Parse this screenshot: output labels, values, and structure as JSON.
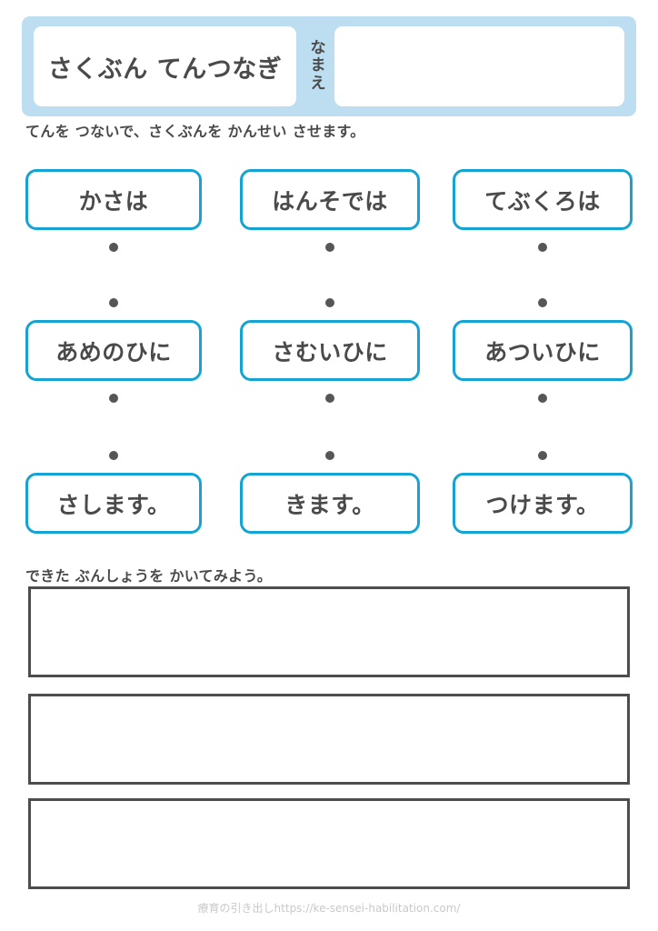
{
  "header": {
    "title": "さくぶん てんつなぎ",
    "name_label": "なまえ",
    "name_label_chars": [
      "な",
      "ま",
      "え"
    ],
    "name_value": "",
    "band_color": "#bcdef0"
  },
  "instructions": {
    "top": "てんを つないで、さくぶんを かんせい させます。",
    "write": "できた ぶんしょうを かいてみよう。"
  },
  "word_rows": [
    {
      "row_id": "subject",
      "dot_above": false,
      "dot_below": true,
      "items": [
        {
          "label": "かさは"
        },
        {
          "label": "はんそでは"
        },
        {
          "label": "てぶくろは"
        }
      ]
    },
    {
      "row_id": "condition",
      "dot_above": true,
      "dot_below": true,
      "items": [
        {
          "label": "あめのひに"
        },
        {
          "label": "さむいひに"
        },
        {
          "label": "あついひに"
        }
      ]
    },
    {
      "row_id": "verb",
      "dot_above": true,
      "dot_below": false,
      "items": [
        {
          "label": "さします。"
        },
        {
          "label": "きます。"
        },
        {
          "label": "つけます。"
        }
      ]
    }
  ],
  "write_boxes": [
    {
      "value": ""
    },
    {
      "value": ""
    },
    {
      "value": ""
    }
  ],
  "footer": {
    "text": "療育の引き出しhttps://ke-sensei-habilitation.com/"
  },
  "colors": {
    "accent_border": "#14a3d2",
    "text": "#4a4a4a",
    "dot": "#565656",
    "write_border": "#4d4d4d",
    "band": "#bcdef0",
    "footer_text": "#c9c9c9"
  }
}
